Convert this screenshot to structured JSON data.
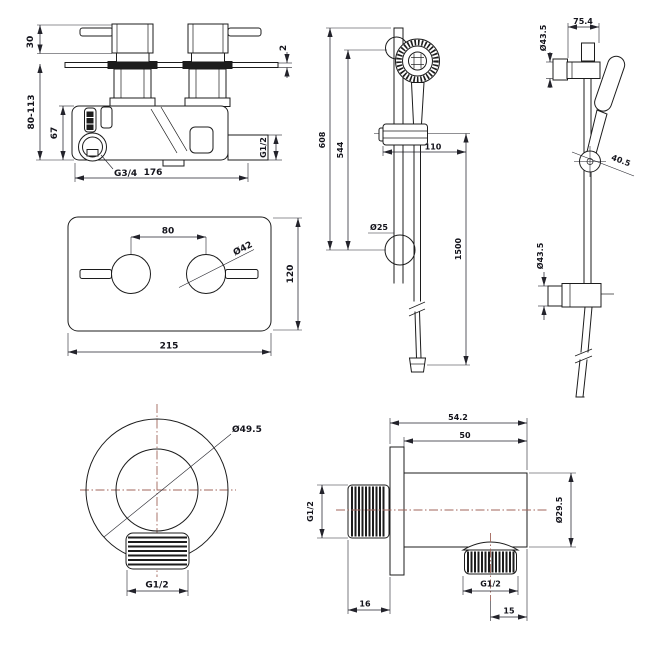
{
  "drawing_title": "shower-set-technical-drawing",
  "colors": {
    "line": "#1c1c1c",
    "centerline": "#a1655b",
    "text": "#14141c",
    "background": "#ffffff"
  },
  "views": {
    "valve_front": {
      "handle_height": "30",
      "plate_thickness": "2",
      "mount_depth": "80-113",
      "body_height": "67",
      "inlet_thread": "G3/4",
      "body_width": "176",
      "outlet_thread": "G1/2"
    },
    "rail_front": {
      "overall_height": "608",
      "bracket_span": "544",
      "slider_offset": "110",
      "rail_dia": "Ø25",
      "hose_length": "1500"
    },
    "rail_side": {
      "bracket_depth": "75.4",
      "top_bracket_dia": "Ø43.5",
      "pivot_angle": "40.5",
      "bottom_bracket_dia": "Ø43.5"
    },
    "plate_front": {
      "handle_spacing": "80",
      "knob_dia": "Ø42",
      "plate_height": "120",
      "plate_width": "215"
    },
    "outlet_front": {
      "flange_dia": "Ø49.5",
      "thread": "G1/2"
    },
    "outlet_side": {
      "overall_depth": "54.2",
      "body_depth": "50",
      "inlet_thread": "G1/2",
      "body_dia": "Ø29.5",
      "outlet_thread": "G1/2",
      "thread_len": "16",
      "outlet_offset": "15"
    }
  }
}
